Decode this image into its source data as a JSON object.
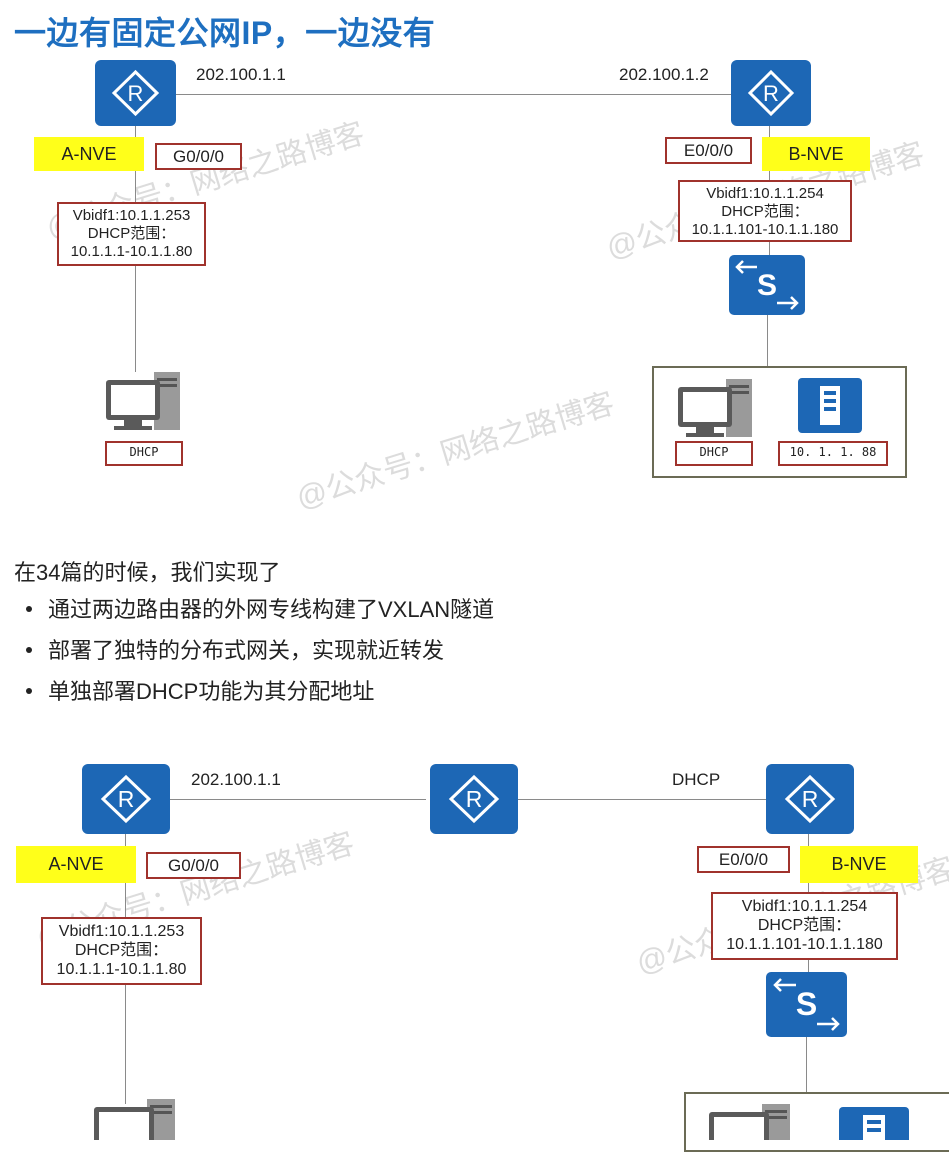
{
  "title": "一边有固定公网IP，一边没有",
  "watermark": "@公众号：网络之路博客",
  "colors": {
    "device_blue": "#1d67b5",
    "nve_yellow": "#ffff1a",
    "box_border": "#a0322c",
    "title_blue": "#1e6fc0"
  },
  "diagram1": {
    "router_left_ip": "202.100.1.1",
    "router_right_ip": "202.100.1.2",
    "a_nve": "A-NVE",
    "a_port": "G0/0/0",
    "a_vbdif": [
      "Vbidf1:10.1.1.253",
      "DHCP范围：",
      "10.1.1.1-10.1.1.80"
    ],
    "a_pc_label": "DHCP",
    "b_nve": "B-NVE",
    "b_port": "E0/0/0",
    "b_vbdif": [
      "Vbidf1:10.1.1.254",
      "DHCP范围：",
      "10.1.1.101-10.1.1.180"
    ],
    "b_pc_label": "DHCP",
    "b_server_label": "10. 1. 1. 88"
  },
  "text": {
    "intro": "在34篇的时候，我们实现了",
    "bullets": [
      "通过两边路由器的外网专线构建了VXLAN隧道",
      "部署了独特的分布式网关，实现就近转发",
      "单独部署DHCP功能为其分配地址"
    ]
  },
  "diagram2": {
    "router_left_ip": "202.100.1.1",
    "right_link_label": "DHCP",
    "a_nve": "A-NVE",
    "a_port": "G0/0/0",
    "a_vbdif": [
      "Vbidf1:10.1.1.253",
      "DHCP范围：",
      "10.1.1.1-10.1.1.80"
    ],
    "b_nve": "B-NVE",
    "b_port": "E0/0/0",
    "b_vbdif": [
      "Vbidf1:10.1.1.254",
      "DHCP范围：",
      "10.1.1.101-10.1.1.180"
    ]
  },
  "icons": [
    "router-icon",
    "switch-icon",
    "pc-icon",
    "server-icon"
  ]
}
